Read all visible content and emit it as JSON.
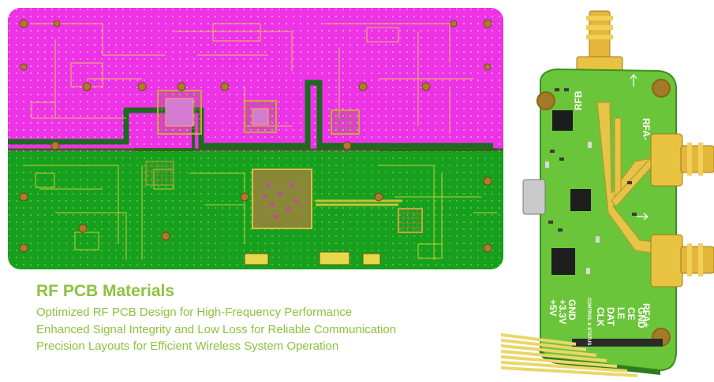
{
  "headline": "RF PCB Materials",
  "features": [
    "Optimized RF PCB Design for High-Frequency Performance",
    "Enhanced Signal Integrity and Low Loss for Reliable Communication",
    "Precision Layouts for Efficient Wireless System Operation"
  ],
  "board_labels": {
    "port_b": "RFB",
    "port_a_minus": "RFA-",
    "port_a_plus": "RFA+",
    "pin_labels": [
      "+5V",
      "+3.3V",
      "GND",
      "CLK",
      "DAT",
      "LE",
      "CE",
      "GND"
    ],
    "control_header": "CONTROL & STATUS"
  },
  "colors": {
    "accent_green": "#8cc23f",
    "layout_magenta": "#ee33e6",
    "layout_green": "#17a01e",
    "board_green": "#6bc53a",
    "gold": "#e8c341"
  }
}
